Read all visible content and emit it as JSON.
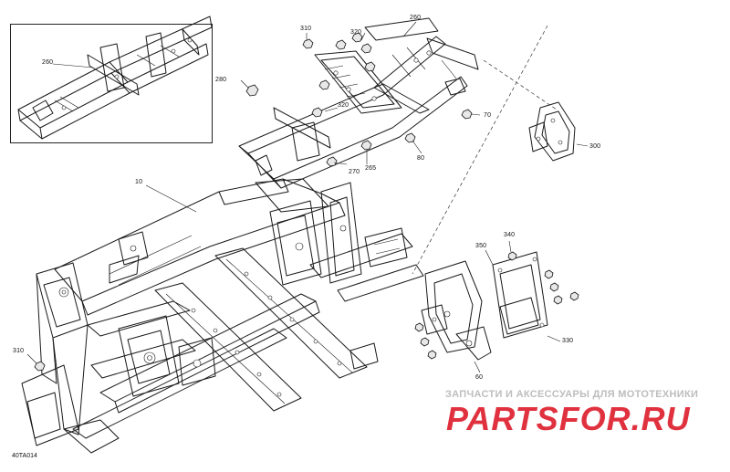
{
  "callouts": {
    "c260_inset": "260",
    "c260_main": "260",
    "c310_top": "310",
    "c320_top": "320",
    "c320_mid": "320",
    "c280": "280",
    "c70": "70",
    "c80": "80",
    "c265": "265",
    "c270": "270",
    "c300": "300",
    "c10": "10",
    "c340": "340",
    "c350": "350",
    "c330": "330",
    "c60": "60",
    "c310_left": "310"
  },
  "diagram_code": "40TA014",
  "watermark": {
    "tagline": "ЗАПЧАСТИ И АКСЕССУАРЫ ДЛЯ МОТОТЕХНИКИ",
    "logo_text": "PARTSFOR.RU",
    "logo_color": "#e0313f",
    "tagline_color": "#bdbdbd"
  },
  "colors": {
    "line": "#1a1a1a",
    "background": "#ffffff"
  }
}
